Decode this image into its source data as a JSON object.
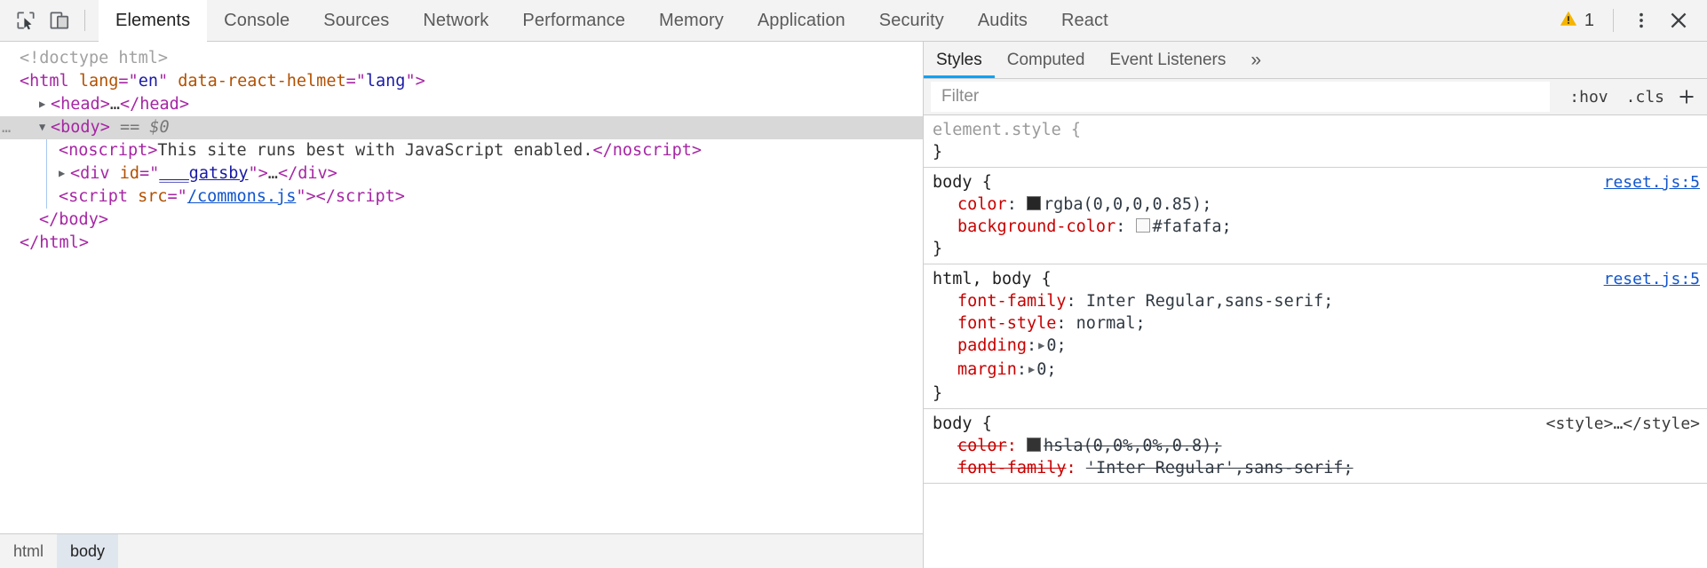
{
  "toolbar": {
    "icons": [
      {
        "name": "inspect-element-icon",
        "title": "Inspect element"
      },
      {
        "name": "device-toolbar-icon",
        "title": "Toggle device toolbar"
      }
    ],
    "tabs": [
      {
        "label": "Elements",
        "active": true
      },
      {
        "label": "Console",
        "active": false
      },
      {
        "label": "Sources",
        "active": false
      },
      {
        "label": "Network",
        "active": false
      },
      {
        "label": "Performance",
        "active": false
      },
      {
        "label": "Memory",
        "active": false
      },
      {
        "label": "Application",
        "active": false
      },
      {
        "label": "Security",
        "active": false
      },
      {
        "label": "Audits",
        "active": false
      },
      {
        "label": "React",
        "active": false
      }
    ],
    "warning_count": "1",
    "warning_color": "#f5b400",
    "more_label": "⋮",
    "close_label": "✕",
    "accent_color": "#0aa2f5"
  },
  "dom_tree": {
    "lines": [
      {
        "id": "doctype",
        "indent": 1,
        "selected": false,
        "tokens": [
          {
            "t": "comment",
            "s": "<!doctype html>"
          }
        ]
      },
      {
        "id": "html-open",
        "indent": 1,
        "selected": false,
        "tokens": [
          {
            "t": "punct",
            "s": "<"
          },
          {
            "t": "tag",
            "s": "html"
          },
          {
            "t": "plain",
            "s": " "
          },
          {
            "t": "attr",
            "s": "lang"
          },
          {
            "t": "punct2",
            "s": "=\""
          },
          {
            "t": "attrval",
            "s": "en"
          },
          {
            "t": "punct2",
            "s": "\""
          },
          {
            "t": "plain",
            "s": " "
          },
          {
            "t": "attr",
            "s": "data-react-helmet"
          },
          {
            "t": "punct2",
            "s": "=\""
          },
          {
            "t": "attrval",
            "s": "lang"
          },
          {
            "t": "punct2",
            "s": "\""
          },
          {
            "t": "punct",
            "s": ">"
          }
        ]
      },
      {
        "id": "head",
        "indent": 2,
        "selected": false,
        "twisty": "closed",
        "tokens": [
          {
            "t": "punct",
            "s": "<"
          },
          {
            "t": "tag",
            "s": "head"
          },
          {
            "t": "punct",
            "s": ">"
          },
          {
            "t": "ellipsis",
            "s": "…"
          },
          {
            "t": "punct",
            "s": "</"
          },
          {
            "t": "tag",
            "s": "head"
          },
          {
            "t": "punct",
            "s": ">"
          }
        ]
      },
      {
        "id": "body-open",
        "indent": 2,
        "selected": true,
        "gutter": "…",
        "twisty": "open",
        "tokens": [
          {
            "t": "punct",
            "s": "<"
          },
          {
            "t": "tag",
            "s": "body"
          },
          {
            "t": "punct",
            "s": ">"
          },
          {
            "t": "plain",
            "s": " "
          },
          {
            "t": "eq",
            "s": "=="
          },
          {
            "t": "plain",
            "s": " "
          },
          {
            "t": "dollar",
            "s": "$0"
          }
        ]
      },
      {
        "id": "noscript",
        "indent": 3,
        "selected": false,
        "tokens": [
          {
            "t": "punct",
            "s": "<"
          },
          {
            "t": "tag",
            "s": "noscript"
          },
          {
            "t": "punct",
            "s": ">"
          },
          {
            "t": "text",
            "s": "This site runs best with JavaScript enabled."
          },
          {
            "t": "punct",
            "s": "</"
          },
          {
            "t": "tag",
            "s": "noscript"
          },
          {
            "t": "punct",
            "s": ">"
          }
        ]
      },
      {
        "id": "gatsby-div",
        "indent": 3,
        "selected": false,
        "twisty": "closed",
        "tokens": [
          {
            "t": "punct",
            "s": "<"
          },
          {
            "t": "tag",
            "s": "div"
          },
          {
            "t": "plain",
            "s": " "
          },
          {
            "t": "attr",
            "s": "id"
          },
          {
            "t": "punct2",
            "s": "=\""
          },
          {
            "t": "link",
            "s": "___gatsby"
          },
          {
            "t": "punct2",
            "s": "\""
          },
          {
            "t": "punct",
            "s": ">"
          },
          {
            "t": "ellipsis",
            "s": "…"
          },
          {
            "t": "punct",
            "s": "</"
          },
          {
            "t": "tag",
            "s": "div"
          },
          {
            "t": "punct",
            "s": ">"
          }
        ]
      },
      {
        "id": "commons-script",
        "indent": 3,
        "selected": false,
        "tokens": [
          {
            "t": "punct",
            "s": "<"
          },
          {
            "t": "tag",
            "s": "script"
          },
          {
            "t": "plain",
            "s": " "
          },
          {
            "t": "attr",
            "s": "src"
          },
          {
            "t": "punct2",
            "s": "=\""
          },
          {
            "t": "link2",
            "s": "/commons.js"
          },
          {
            "t": "punct2",
            "s": "\""
          },
          {
            "t": "punct",
            "s": ">"
          },
          {
            "t": "punct",
            "s": "</"
          },
          {
            "t": "tag",
            "s": "script"
          },
          {
            "t": "punct",
            "s": ">"
          }
        ]
      },
      {
        "id": "body-close",
        "indent": 2,
        "selected": false,
        "tokens": [
          {
            "t": "punct",
            "s": "</"
          },
          {
            "t": "tag",
            "s": "body"
          },
          {
            "t": "punct",
            "s": ">"
          }
        ]
      },
      {
        "id": "html-close",
        "indent": 1,
        "selected": false,
        "tokens": [
          {
            "t": "punct",
            "s": "</"
          },
          {
            "t": "tag",
            "s": "html"
          },
          {
            "t": "punct",
            "s": ">"
          }
        ]
      }
    ]
  },
  "breadcrumb": {
    "items": [
      {
        "label": "html",
        "active": false
      },
      {
        "label": "body",
        "active": true
      }
    ]
  },
  "styles_panel": {
    "tabs": [
      {
        "label": "Styles",
        "active": true
      },
      {
        "label": "Computed",
        "active": false
      },
      {
        "label": "Event Listeners",
        "active": false
      }
    ],
    "more_label": "»",
    "filter": {
      "placeholder": "Filter",
      "value": ""
    },
    "toggles": [
      {
        "label": ":hov",
        "name": "hover-state-toggle"
      },
      {
        "label": ".cls",
        "name": "element-classes-toggle"
      }
    ],
    "new_rule_label": "+",
    "rules": [
      {
        "id": "element-style",
        "selector": "element.style {",
        "muted": true,
        "origin": "",
        "origin_is_link": false,
        "declarations": [],
        "close": "}"
      },
      {
        "id": "body-reset",
        "selector": "body {",
        "muted": false,
        "origin": "reset.js:5",
        "origin_is_link": true,
        "declarations": [
          {
            "property": "color",
            "value": "rgba(0,0,0,0.85);",
            "swatch": "#262626",
            "swatch_border": "#707070",
            "disabled": false,
            "expand": false
          },
          {
            "property": "background-color",
            "value": "#fafafa;",
            "swatch": "#fafafa",
            "swatch_border": "#9a9a9a",
            "disabled": false,
            "expand": false
          }
        ],
        "close": "}"
      },
      {
        "id": "html-body-reset",
        "selector": "html, body {",
        "muted": false,
        "origin": "reset.js:5",
        "origin_is_link": true,
        "declarations": [
          {
            "property": "font-family",
            "value": "Inter Regular,sans-serif;",
            "swatch": null,
            "disabled": false,
            "expand": false
          },
          {
            "property": "font-style",
            "value": "normal;",
            "swatch": null,
            "disabled": false,
            "expand": false
          },
          {
            "property": "padding",
            "value": "0;",
            "swatch": null,
            "disabled": false,
            "expand": true
          },
          {
            "property": "margin",
            "value": "0;",
            "swatch": null,
            "disabled": false,
            "expand": true
          }
        ],
        "close": "}"
      },
      {
        "id": "body-styletag",
        "selector": "body {",
        "muted": false,
        "origin": "<style>…</style>",
        "origin_is_link": false,
        "declarations": [
          {
            "property": "color",
            "value": "hsla(0,0%,0%,0.8);",
            "swatch": "#333333",
            "swatch_border": "#707070",
            "disabled": true,
            "expand": false
          },
          {
            "property": "font-family",
            "value": "'Inter Regular',sans-serif;",
            "swatch": null,
            "disabled": true,
            "expand": false
          }
        ],
        "close": ""
      }
    ]
  }
}
